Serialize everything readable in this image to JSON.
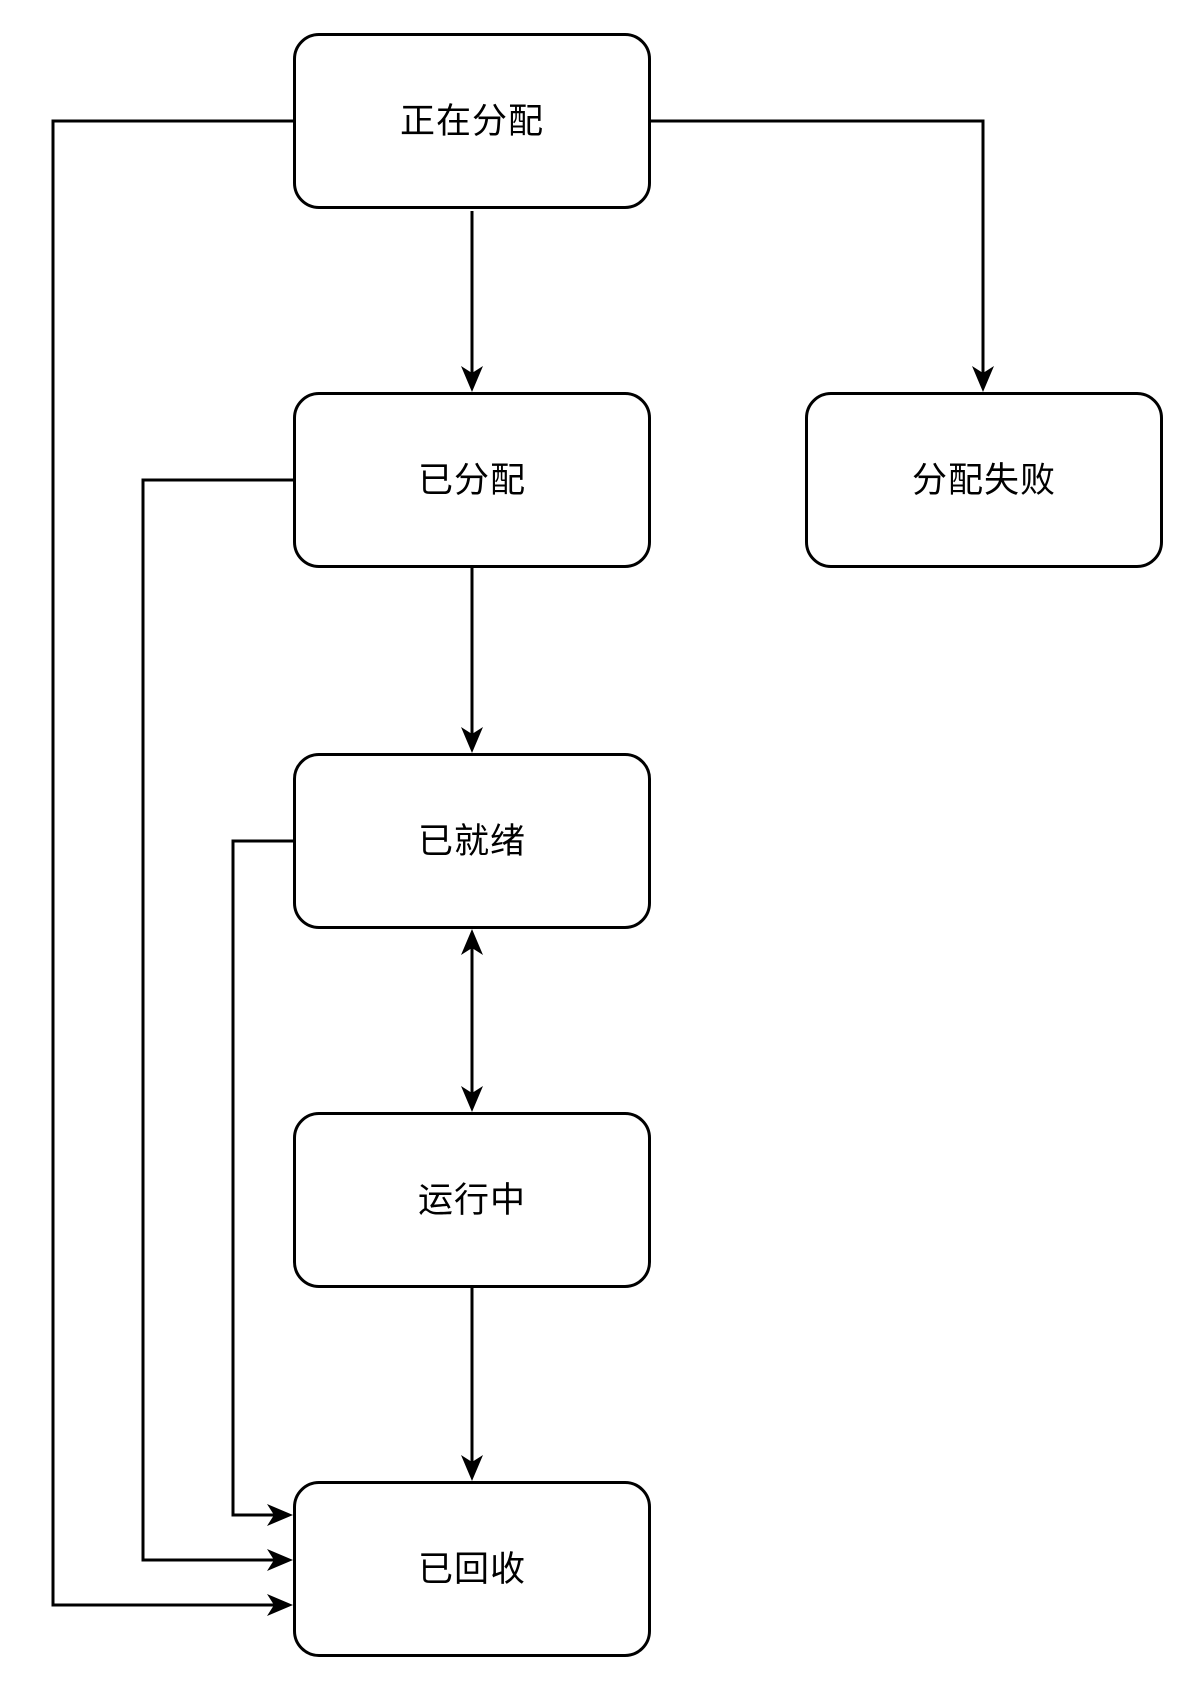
{
  "nodes": {
    "allocating": {
      "label": "正在分配"
    },
    "allocated": {
      "label": "已分配"
    },
    "allocation_failed": {
      "label": "分配失败"
    },
    "ready": {
      "label": "已就绪"
    },
    "running": {
      "label": "运行中"
    },
    "recycled": {
      "label": "已回收"
    }
  },
  "edges": [
    {
      "from": "allocating",
      "to": "allocated",
      "direction": "one-way"
    },
    {
      "from": "allocating",
      "to": "allocation_failed",
      "direction": "one-way"
    },
    {
      "from": "allocating",
      "to": "recycled",
      "direction": "one-way"
    },
    {
      "from": "allocated",
      "to": "ready",
      "direction": "one-way"
    },
    {
      "from": "allocated",
      "to": "recycled",
      "direction": "one-way"
    },
    {
      "from": "ready",
      "to": "running",
      "direction": "two-way"
    },
    {
      "from": "ready",
      "to": "recycled",
      "direction": "one-way"
    },
    {
      "from": "running",
      "to": "recycled",
      "direction": "one-way"
    }
  ],
  "colors": {
    "background": "#ffffff",
    "node_fill": "#ffffff",
    "stroke": "#000000",
    "text": "#000000"
  }
}
